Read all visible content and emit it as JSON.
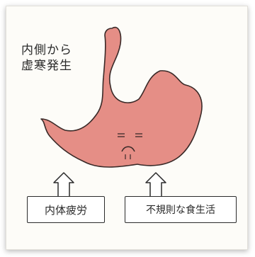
{
  "caption": {
    "line1": "内側から",
    "line2": "虚寒発生"
  },
  "labels": {
    "left": "内体疲労",
    "right": "不規則な食生活"
  },
  "colors": {
    "stomach_fill": "#e58e86",
    "outline": "#2b2b2b",
    "frame_bg": "#fdfcf8"
  }
}
